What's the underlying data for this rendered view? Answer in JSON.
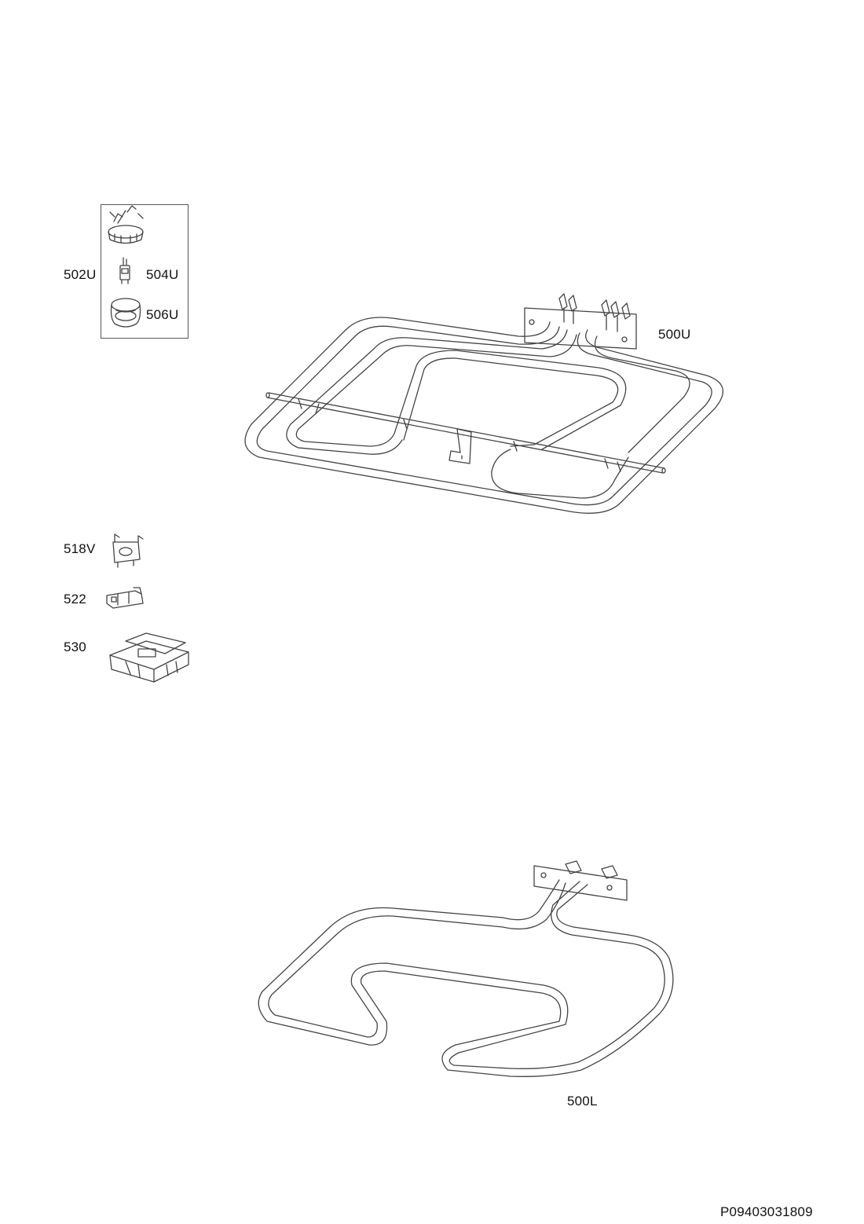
{
  "document_id": "P09403031809",
  "parts": {
    "p502U": "502U",
    "p504U": "504U",
    "p506U": "506U",
    "p500U": "500U",
    "p518V": "518V",
    "p522": "522",
    "p530": "530",
    "p500L": "500L"
  }
}
